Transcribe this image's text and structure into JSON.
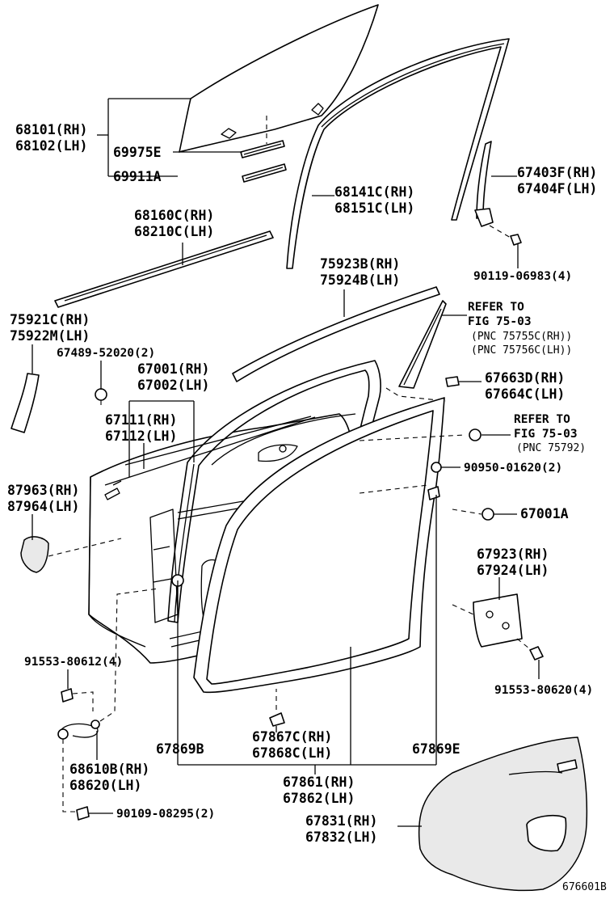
{
  "labels": {
    "p68101": "68101(RH)",
    "p68102": "68102(LH)",
    "p69975e": "69975E",
    "p69911a": "69911A",
    "p68141c": "68141C(RH)",
    "p68151c": "68151C(LH)",
    "p67403f": "67403F(RH)",
    "p67404f": "67404F(LH)",
    "p68160c": "68160C(RH)",
    "p68210c": "68210C(LH)",
    "p90119": "90119-06983(4)",
    "p75923b": "75923B(RH)",
    "p75924b": "75924B(LH)",
    "refer1_a": "REFER TO",
    "refer1_b": "FIG 75-03",
    "refer1_c": "(PNC 75755C(RH))",
    "refer1_d": "(PNC 75756C(LH))",
    "p75921c": "75921C(RH)",
    "p75922m": "75922M(LH)",
    "p67489": "67489-52020(2)",
    "p67001": "67001(RH)",
    "p67002": "67002(LH)",
    "p67663d": "67663D(RH)",
    "p67664c": "67664C(LH)",
    "p67111": "67111(RH)",
    "p67112": "67112(LH)",
    "refer2_a": "REFER TO",
    "refer2_b": "FIG 75-03",
    "refer2_c": "(PNC 75792)",
    "p90950": "90950-01620(2)",
    "p87963": "87963(RH)",
    "p87964": "87964(LH)",
    "p67001a": "67001A",
    "p67923": "67923(RH)",
    "p67924": "67924(LH)",
    "p91553a": "91553-80612(4)",
    "p91553b": "91553-80620(4)",
    "p67869b": "67869B",
    "p67867c": "67867C(RH)",
    "p67868c": "67868C(LH)",
    "p67869e": "67869E",
    "p68610b": "68610B(RH)",
    "p68620": "68620(LH)",
    "p67861": "67861(RH)",
    "p67862": "67862(LH)",
    "p90109": "90109-08295(2)",
    "p67831": "67831(RH)",
    "p67832": "67832(LH)",
    "figure_id": "676601B"
  },
  "colors": {
    "line": "#000000",
    "background": "#ffffff",
    "shade": "#e9e9e9"
  }
}
